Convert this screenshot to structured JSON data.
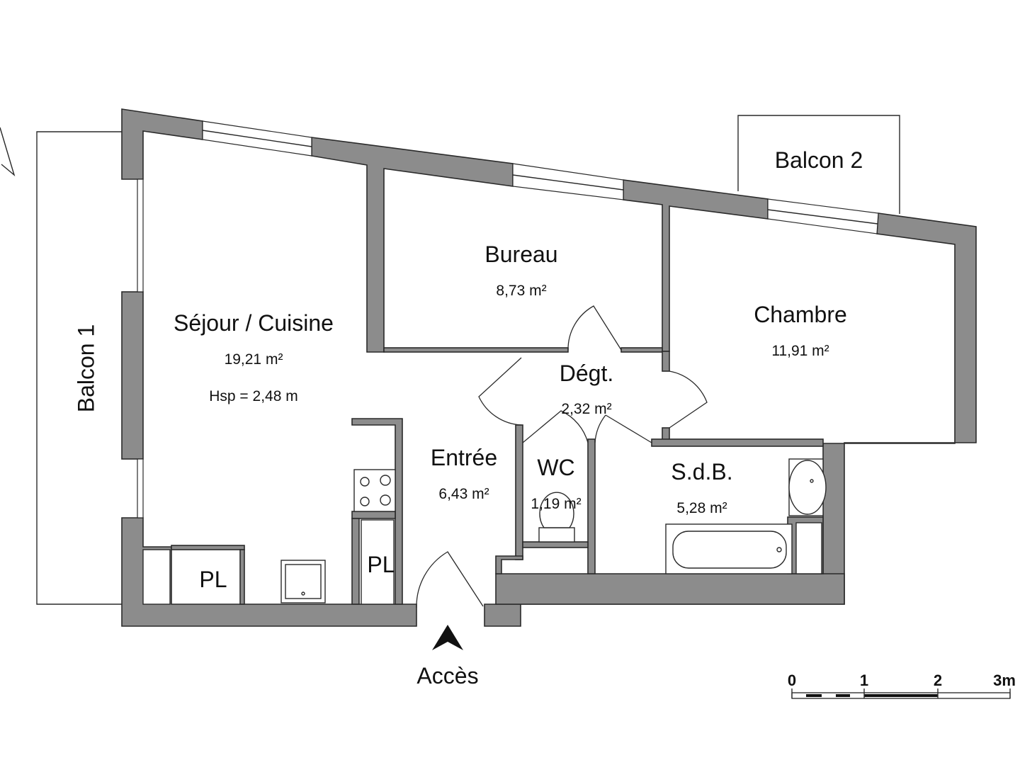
{
  "rooms": {
    "sejour": {
      "name": "Séjour / Cuisine",
      "area": "19,21 m²",
      "ceiling_height": "Hsp = 2,48 m"
    },
    "bureau": {
      "name": "Bureau",
      "area": "8,73 m²"
    },
    "chambre": {
      "name": "Chambre",
      "area": "11,91 m²"
    },
    "degagement": {
      "name": "Dégt.",
      "area": "2,32 m²"
    },
    "entree": {
      "name": "Entrée",
      "area": "6,43 m²"
    },
    "wc": {
      "name": "WC",
      "area": "1,19 m²"
    },
    "sdb": {
      "name": "S.d.B.",
      "area": "5,28 m²"
    }
  },
  "storage": {
    "pl_left": "PL",
    "pl_right": "PL"
  },
  "balconies": {
    "balcon1": "Balcon 1",
    "balcon2": "Balcon 2"
  },
  "access_label": "Accès",
  "scale_bar": {
    "labels": [
      "0",
      "1",
      "2",
      "3m"
    ]
  },
  "colors": {
    "wall_fill": "#8c8c8c",
    "line": "#2a2a2a",
    "background": "#ffffff"
  }
}
